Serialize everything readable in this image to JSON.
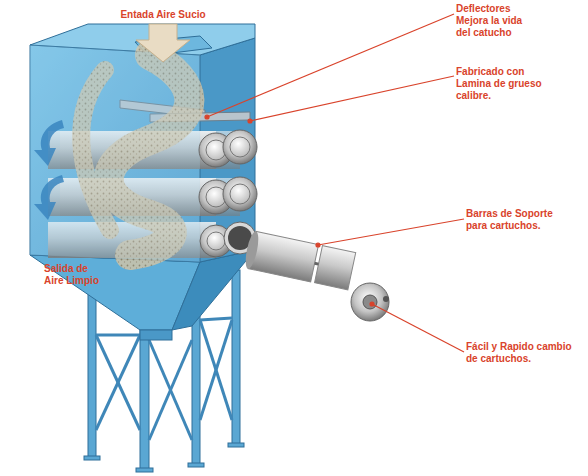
{
  "diagram": {
    "labels": [
      "Entada Aire Sucio",
      "Deflectores Mejora la vida del catucho",
      "Fabricado con Lamina de grueso calibre.",
      "Barras de Soporte para cartuchos.",
      "Salida de Aire Limpio",
      "Fácil y Rapido cambio de cartuchos."
    ]
  }
}
